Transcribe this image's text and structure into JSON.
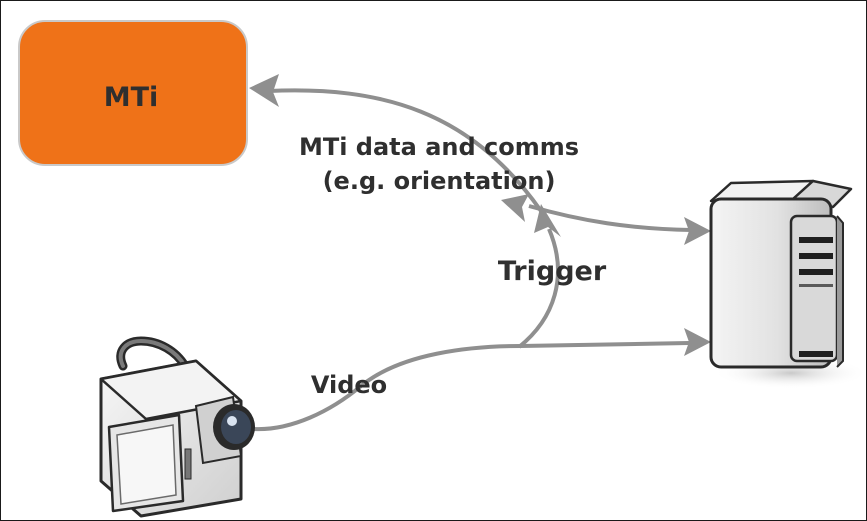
{
  "nodes": {
    "mti": {
      "label": "MTi",
      "color": "#ef7218"
    }
  },
  "edges": {
    "mti_data_line1": "MTi data and comms",
    "mti_data_line2": "(e.g. orientation)",
    "trigger": "Trigger",
    "video": "Video"
  },
  "colors": {
    "arrow": "#8f8f8f",
    "text": "#2f2f2f"
  },
  "icons": {
    "camera": "video-camera-icon",
    "computer": "computer-tower-icon"
  }
}
